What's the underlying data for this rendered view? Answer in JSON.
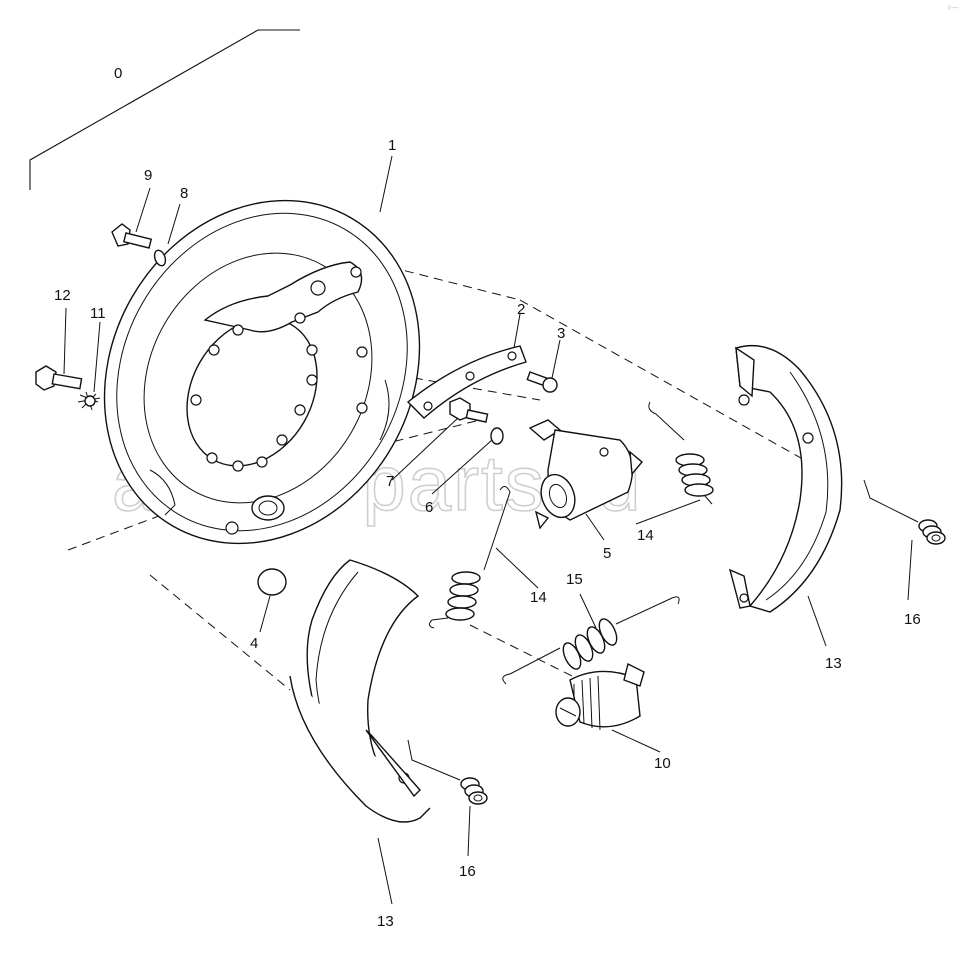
{
  "diagram": {
    "callouts": [
      "0",
      "1",
      "2",
      "3",
      "4",
      "5",
      "6",
      "7",
      "8",
      "9",
      "10",
      "11",
      "12",
      "13",
      "13",
      "14",
      "14",
      "15",
      "16",
      "16"
    ],
    "watermark": "amsat-parts.ru",
    "corner_mark": "r—"
  }
}
